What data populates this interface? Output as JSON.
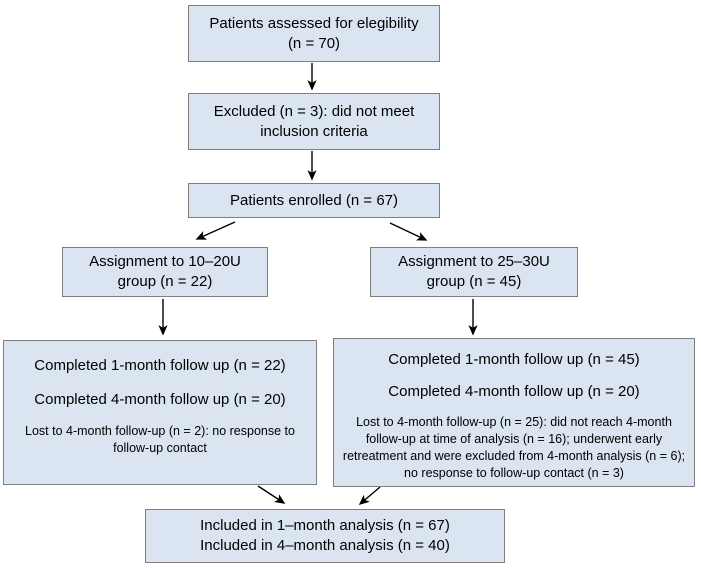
{
  "flowchart": {
    "eligibility": {
      "lines": [
        "Patients assessed for elegibility",
        "(n = 70)"
      ]
    },
    "excluded": {
      "lines": [
        "Excluded (n = 3): did not meet",
        "inclusion criteria"
      ]
    },
    "enrolled": {
      "lines": [
        "Patients enrolled (n = 67)"
      ]
    },
    "group_left": {
      "lines": [
        "Assignment to 10–20U",
        "group (n = 22)"
      ]
    },
    "group_right": {
      "lines": [
        "Assignment to 25–30U",
        "group (n = 45)"
      ]
    },
    "detail_left": {
      "completed_1month": "Completed 1-month follow up (n = 22)",
      "completed_4month": "Completed 4-month follow up (n = 20)",
      "lost": "Lost to 4-month follow-up (n = 2): no response to follow-up contact"
    },
    "detail_right": {
      "completed_1month": "Completed 1-month follow up (n = 45)",
      "completed_4month": "Completed 4-month follow up (n = 20)",
      "lost": "Lost to 4-month follow-up (n = 25): did not reach 4-month follow-up at time of analysis (n = 16); underwent early retreatment and were excluded from 4-month analysis (n = 6); no response to follow-up contact (n = 3)"
    },
    "final": {
      "lines": [
        "Included in 1–month analysis (n = 67)",
        "Included in 4–month analysis (n = 40)"
      ]
    }
  },
  "colors": {
    "box_fill": "#dbe5f1",
    "box_border": "#7f7f7f",
    "arrow": "#000000",
    "background": "#ffffff",
    "text": "#000000"
  }
}
